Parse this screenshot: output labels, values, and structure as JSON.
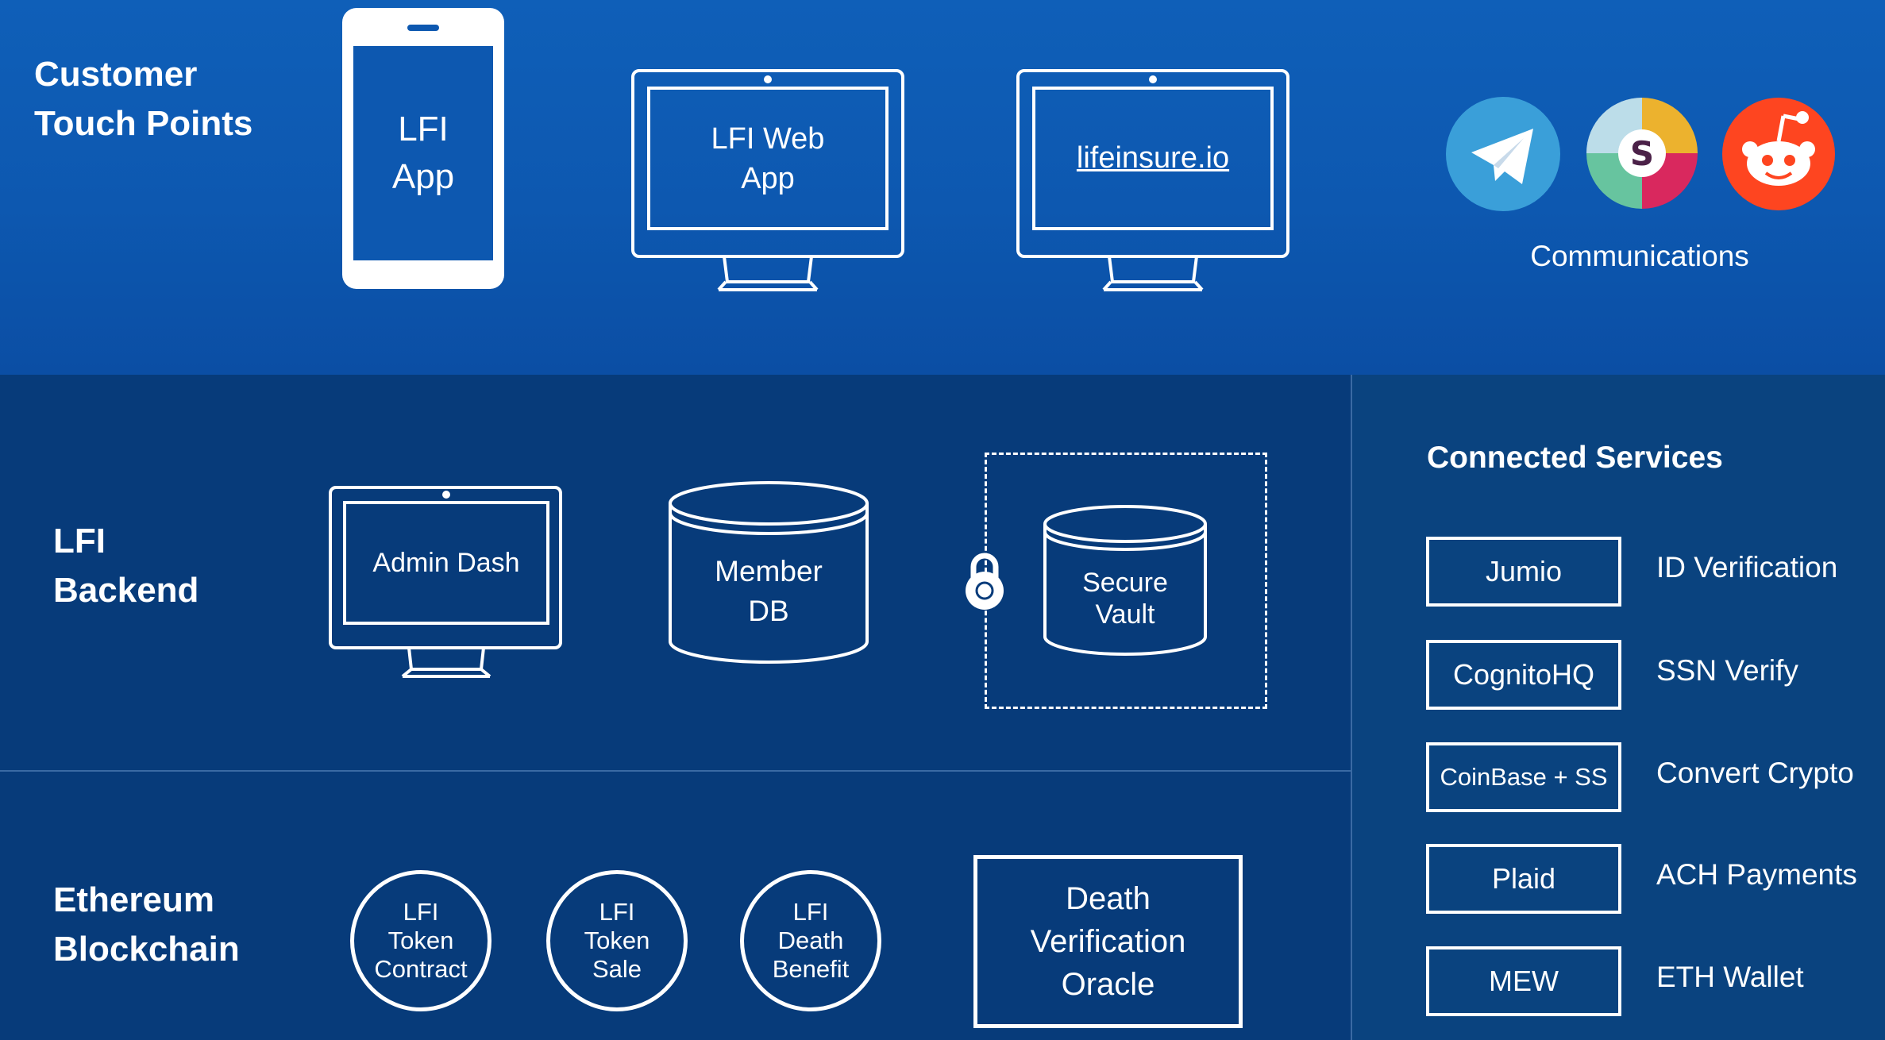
{
  "sections": {
    "touch_points": {
      "title_line1": "Customer",
      "title_line2": "Touch Points"
    },
    "backend": {
      "title_line1": "LFI",
      "title_line2": "Backend"
    },
    "blockchain": {
      "title_line1": "Ethereum",
      "title_line2": "Blockchain"
    },
    "connected": {
      "title": "Connected Services"
    }
  },
  "touch_points": {
    "app": {
      "line1": "LFI",
      "line2": "App"
    },
    "web_app": {
      "line1": "LFI Web",
      "line2": "App"
    },
    "site": {
      "label": "lifeinsure.io"
    },
    "communications": {
      "label": "Communications",
      "icons": [
        "telegram-icon",
        "slack-icon",
        "reddit-icon"
      ],
      "slack_letter": "S"
    }
  },
  "backend": {
    "admin": {
      "label": "Admin Dash"
    },
    "member_db": {
      "line1": "Member",
      "line2": "DB"
    },
    "vault": {
      "line1": "Secure",
      "line2": "Vault"
    }
  },
  "blockchain": {
    "token_contract": {
      "line1": "LFI",
      "line2": "Token",
      "line3": "Contract"
    },
    "token_sale": {
      "line1": "LFI",
      "line2": "Token",
      "line3": "Sale"
    },
    "death_benefit": {
      "line1": "LFI",
      "line2": "Death",
      "line3": "Benefit"
    },
    "oracle": {
      "line1": "Death",
      "line2": "Verification",
      "line3": "Oracle"
    }
  },
  "services": [
    {
      "name": "Jumio",
      "desc": "ID Verification"
    },
    {
      "name": "CognitoHQ",
      "desc": "SSN Verify"
    },
    {
      "name": "CoinBase + SS",
      "desc": "Convert Crypto"
    },
    {
      "name": "Plaid",
      "desc": "ACH Payments"
    },
    {
      "name": "MEW",
      "desc": "ETH Wallet"
    }
  ],
  "colors": {
    "top": "#0f5fb8",
    "dark": "#073b7a",
    "right": "#0a437f",
    "telegram": "#3a9fd9",
    "reddit": "#fe4520"
  }
}
